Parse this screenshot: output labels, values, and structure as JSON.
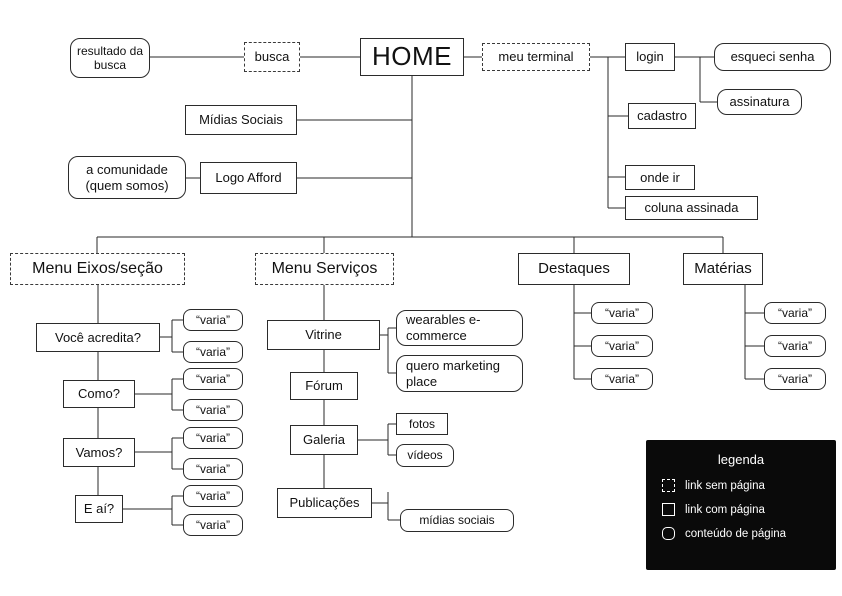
{
  "diagram": {
    "nodes": {
      "resultado_busca": "resultado da busca",
      "busca": "busca",
      "home": "HOME",
      "meu_terminal": "meu terminal",
      "login": "login",
      "esqueci_senha": "esqueci senha",
      "assinatura": "assinatura",
      "cadastro": "cadastro",
      "midias_sociais": "Mídias Sociais",
      "a_comunidade": "a comunidade (quem somos)",
      "logo_afford": "Logo Afford",
      "onde_ir": "onde ir",
      "coluna_assinada": "coluna assinada",
      "menu_eixos": "Menu Eixos/seção",
      "menu_servicos": "Menu Serviços",
      "destaques": "Destaques",
      "materias": "Matérias",
      "voce_acredita": "Você acredita?",
      "como": "Como?",
      "vamos": "Vamos?",
      "e_ai": "E aí?",
      "vitrine": "Vitrine",
      "forum": "Fórum",
      "galeria": "Galeria",
      "publicacoes": "Publicações",
      "wearables": "wearables e-commerce",
      "quero_marketing": "quero marketing place",
      "fotos": "fotos",
      "videos": "vídeos",
      "midias_sociais_pub": "mídias sociais",
      "varia": "“varia”"
    },
    "line_color": "#2a2a2a"
  },
  "legend": {
    "title": "legenda",
    "items": [
      {
        "label": "link sem página",
        "style": "dashed"
      },
      {
        "label": "link com página",
        "style": "solid"
      },
      {
        "label": "conteúdo de página",
        "style": "rounded"
      }
    ]
  }
}
